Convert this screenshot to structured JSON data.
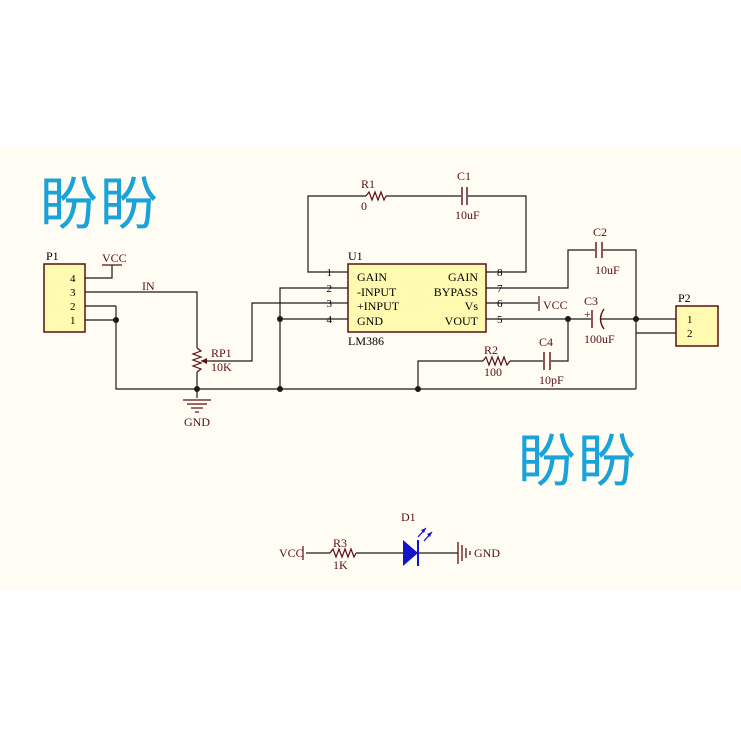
{
  "watermark": {
    "top": "盼盼",
    "bottom": "盼盼"
  },
  "colors": {
    "wire": "#1b1b1b",
    "component": "#5a0f12",
    "ic_fill": "#fffab0",
    "led": "#1414c8",
    "watermark": "#1aa3d8"
  },
  "p1": {
    "ref": "P1",
    "pins": [
      "4",
      "3",
      "2",
      "1"
    ]
  },
  "p2": {
    "ref": "P2",
    "pins": [
      "1",
      "2"
    ]
  },
  "u1": {
    "ref": "U1",
    "part": "LM386",
    "left_pins": [
      {
        "num": "1",
        "name": "GAIN"
      },
      {
        "num": "2",
        "name": "-INPUT"
      },
      {
        "num": "3",
        "name": "+INPUT"
      },
      {
        "num": "4",
        "name": "GND"
      }
    ],
    "right_pins": [
      {
        "num": "8",
        "name": "GAIN"
      },
      {
        "num": "7",
        "name": "BYPASS"
      },
      {
        "num": "6",
        "name": "Vs"
      },
      {
        "num": "5",
        "name": "VOUT"
      }
    ]
  },
  "nets": {
    "vcc": "VCC",
    "gnd": "GND",
    "in": "IN"
  },
  "r1": {
    "ref": "R1",
    "value": "0"
  },
  "c1": {
    "ref": "C1",
    "value": "10uF"
  },
  "c2": {
    "ref": "C2",
    "value": "10uF"
  },
  "c3": {
    "ref": "C3",
    "value": "100uF",
    "polarity": "+"
  },
  "c4": {
    "ref": "C4",
    "value": "10pF"
  },
  "r2": {
    "ref": "R2",
    "value": "100"
  },
  "r3": {
    "ref": "R3",
    "value": "1K"
  },
  "rp1": {
    "ref": "RP1",
    "value": "10K"
  },
  "d1": {
    "ref": "D1"
  }
}
